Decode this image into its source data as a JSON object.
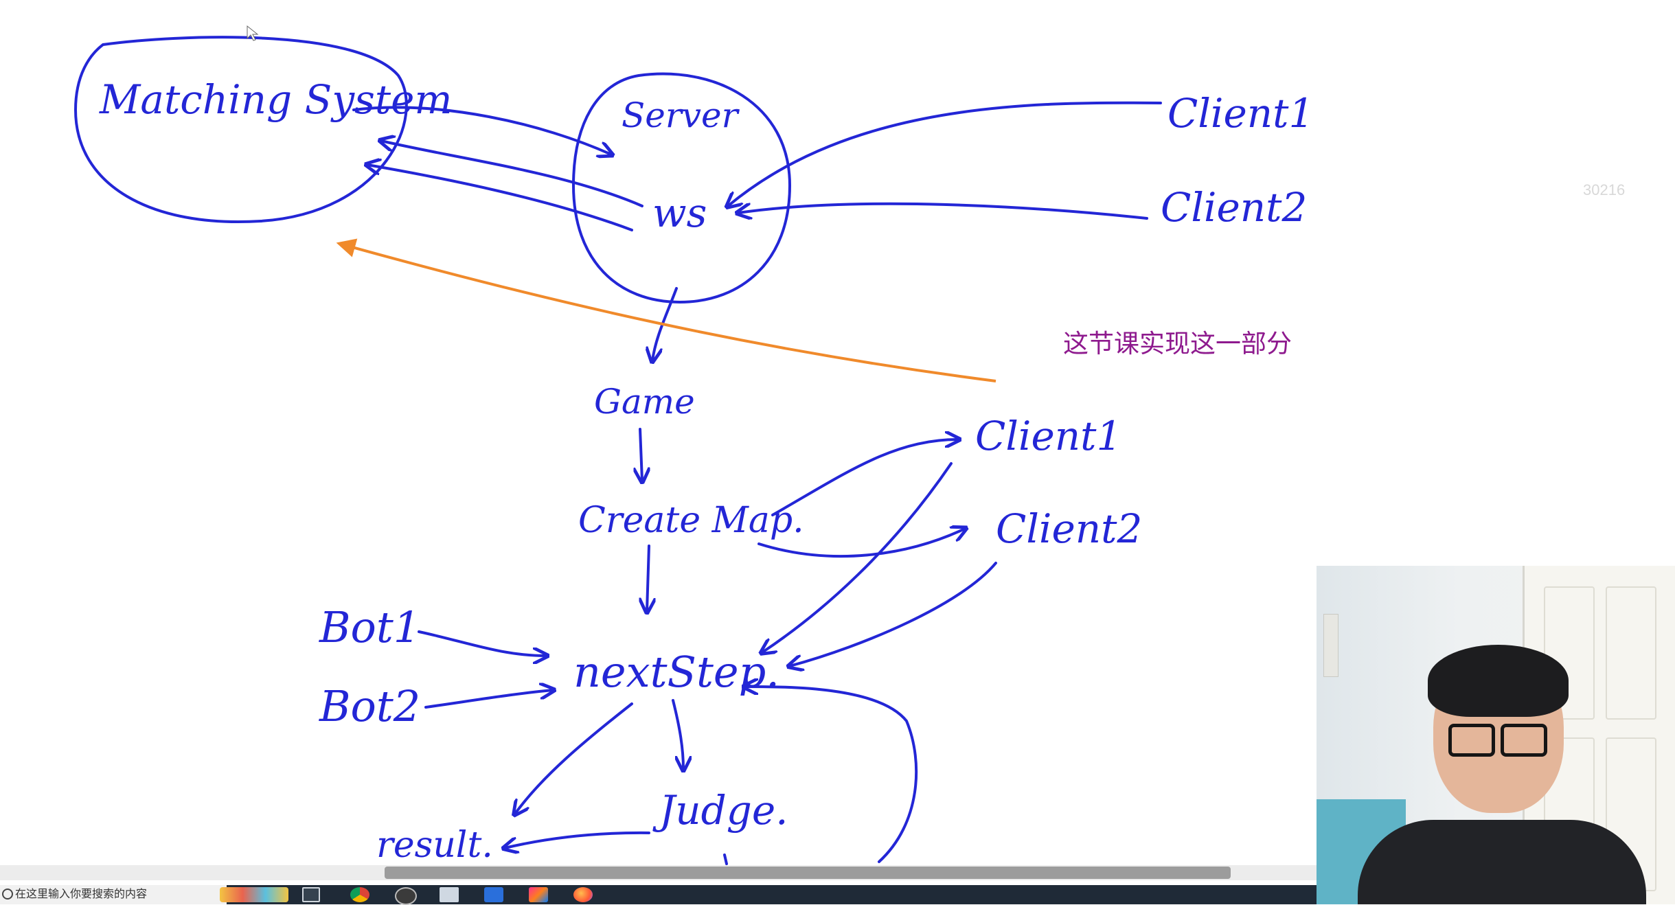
{
  "whiteboard": {
    "labels": {
      "matching_system": "Matching System",
      "server": "Server",
      "ws": "ws",
      "client1_top": "Client1",
      "client2_top": "Client2",
      "game": "Game",
      "create_map": "Create Map.",
      "client1_mid": "Client1",
      "client2_mid": "Client2",
      "bot1": "Bot1",
      "bot2": "Bot2",
      "next_step": "nextStep.",
      "judge": "Judge.",
      "result": "result."
    },
    "annotation": "这节课实现这一部分",
    "watermark": "30216",
    "colors": {
      "ink": "#2326d6",
      "highlight_arrow": "#f08a2b",
      "annotation": "#8e1a8e"
    }
  },
  "taskbar": {
    "search_placeholder": "在这里输入你要搜索的内容",
    "icons": [
      "search-icon",
      "task-view-icon",
      "chrome-icon",
      "app-icon",
      "window-icon",
      "terminal-icon",
      "jetbrains-icon",
      "firefox-icon"
    ]
  },
  "webcam": {
    "label": "presenter webcam"
  }
}
